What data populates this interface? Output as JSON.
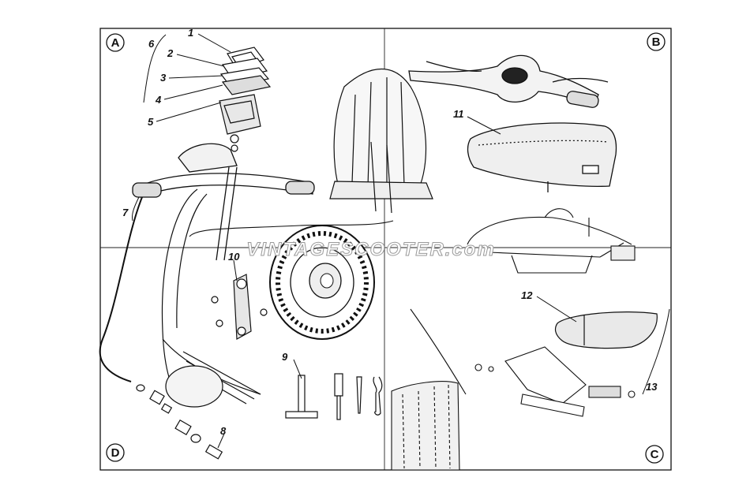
{
  "corners": {
    "top_left": "A",
    "top_right": "B",
    "bottom_right": "C",
    "bottom_left": "D"
  },
  "callouts": [
    "1",
    "2",
    "3",
    "4",
    "5",
    "6",
    "7",
    "8",
    "9",
    "10",
    "11",
    "12",
    "13"
  ],
  "watermark": "VINTAGESCOOTER.com",
  "colors": {
    "ink": "#111111",
    "paper": "#ffffff",
    "watermark_outline": "#9a9a9a"
  }
}
